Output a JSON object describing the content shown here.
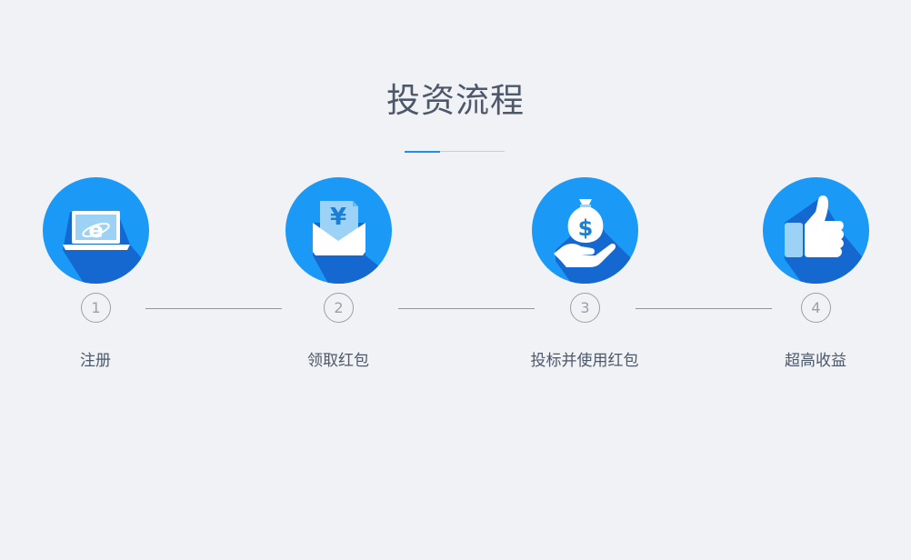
{
  "title": "投资流程",
  "colors": {
    "accent": "#1f8ef1",
    "circle_blue": "#1a9af6",
    "shadow_blue": "#1468d0",
    "text": "#4d586a",
    "muted": "#9aa1ab",
    "background": "#f0f2f5"
  },
  "steps": [
    {
      "number": "1",
      "label": "注册",
      "icon": "laptop-browser-icon"
    },
    {
      "number": "2",
      "label": "领取红包",
      "icon": "red-envelope-yuan-icon"
    },
    {
      "number": "3",
      "label": "投标并使用红包",
      "icon": "money-bag-hand-icon"
    },
    {
      "number": "4",
      "label": "超高收益",
      "icon": "thumbs-up-icon"
    }
  ]
}
